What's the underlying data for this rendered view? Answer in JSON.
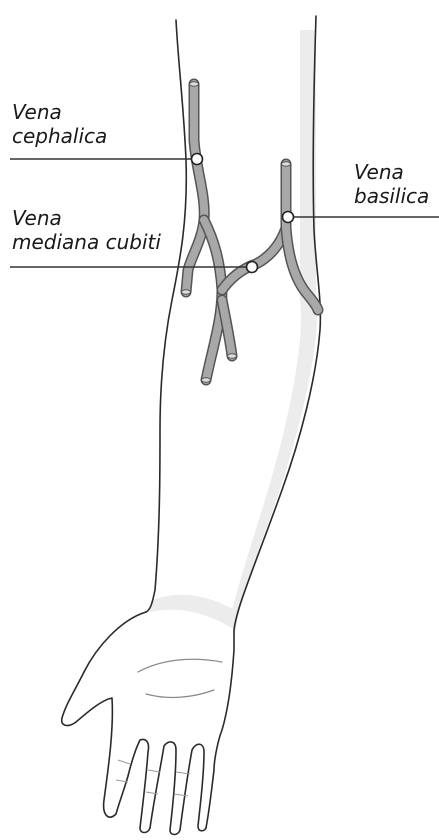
{
  "labels": {
    "cephalica": {
      "line1": "Vena",
      "line2": "cephalica"
    },
    "mediana_cubiti": {
      "line1": "Vena",
      "line2": "mediana cubiti"
    },
    "basilica": {
      "line1": "Vena",
      "line2": "basilica"
    }
  },
  "colors": {
    "outline": "#2a2a2a",
    "vein_fill": "#a8a8a8",
    "vein_stroke": "#555555",
    "shading": "#ececec",
    "leader_line": "#333333",
    "marker_fill": "#ffffff"
  }
}
